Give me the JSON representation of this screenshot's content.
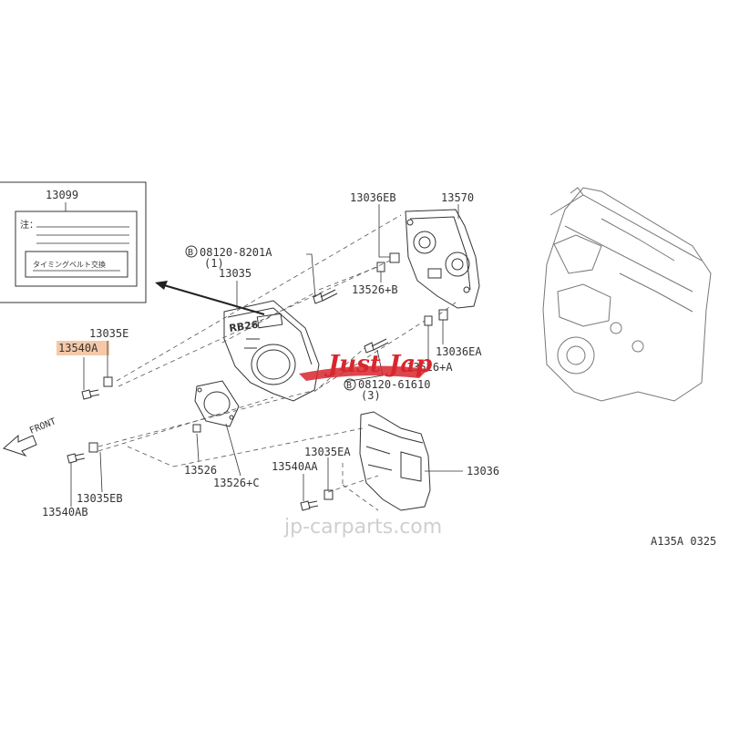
{
  "diagram": {
    "part_numbers": {
      "p13099": "13099",
      "p13035": "13035",
      "p13035e": "13035E",
      "p13540a": "13540A",
      "p13036eb": "13036EB",
      "p13570": "13570",
      "p13526b": "13526+B",
      "p13036ea": "13036EA",
      "p13526a": "13526+A",
      "p13526": "13526",
      "p13526c": "13526+C",
      "p13035ea": "13035EA",
      "p13540aa": "13540AA",
      "p13036": "13036",
      "p13035eb": "13035EB",
      "p13540ab": "13540AB"
    },
    "bolt_refs": {
      "bolt1_code": "08120-8201A",
      "bolt1_qty": "(1)",
      "bolt2_code": "08120-61610",
      "bolt2_qty": "(3)",
      "b_symbol": "B"
    },
    "label_card": {
      "heading": "注：",
      "caption": "タイミングベルト交換"
    },
    "direction": "FRONT",
    "cover_marking": "RB26",
    "diagram_code": "A135A 0325",
    "watermark": "jp-carparts.com",
    "logo": "Just Jap",
    "highlight_color": "#f5c9a8",
    "logo_color": "#d8262e"
  }
}
